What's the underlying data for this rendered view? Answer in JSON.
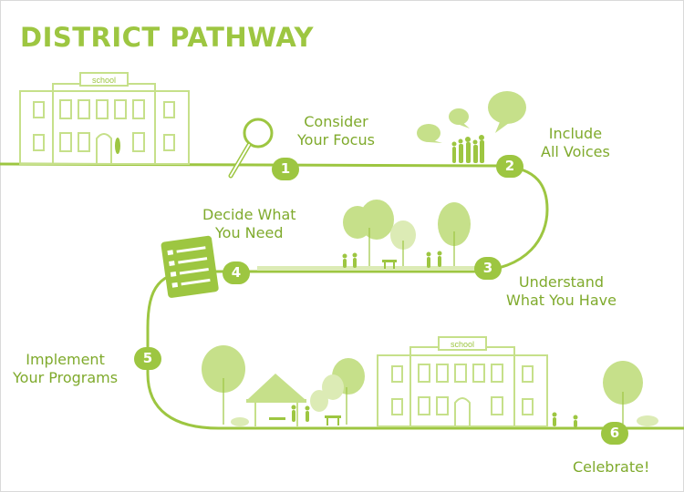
{
  "title": "DISTRICT PATHWAY",
  "colors": {
    "accent": "#9dc641",
    "accent_light": "#c6e08a",
    "text": "#7faa2c"
  },
  "school_sign": "school",
  "steps": [
    {
      "number": "1",
      "line1": "Consider",
      "line2": "Your Focus"
    },
    {
      "number": "2",
      "line1": "Include",
      "line2": "All Voices"
    },
    {
      "number": "3",
      "line1": "Understand",
      "line2": "What You Have"
    },
    {
      "number": "4",
      "line1": "Decide What",
      "line2": "You Need"
    },
    {
      "number": "5",
      "line1": "Implement",
      "line2": "Your Programs"
    },
    {
      "number": "6",
      "line1": "Celebrate!",
      "line2": ""
    }
  ]
}
